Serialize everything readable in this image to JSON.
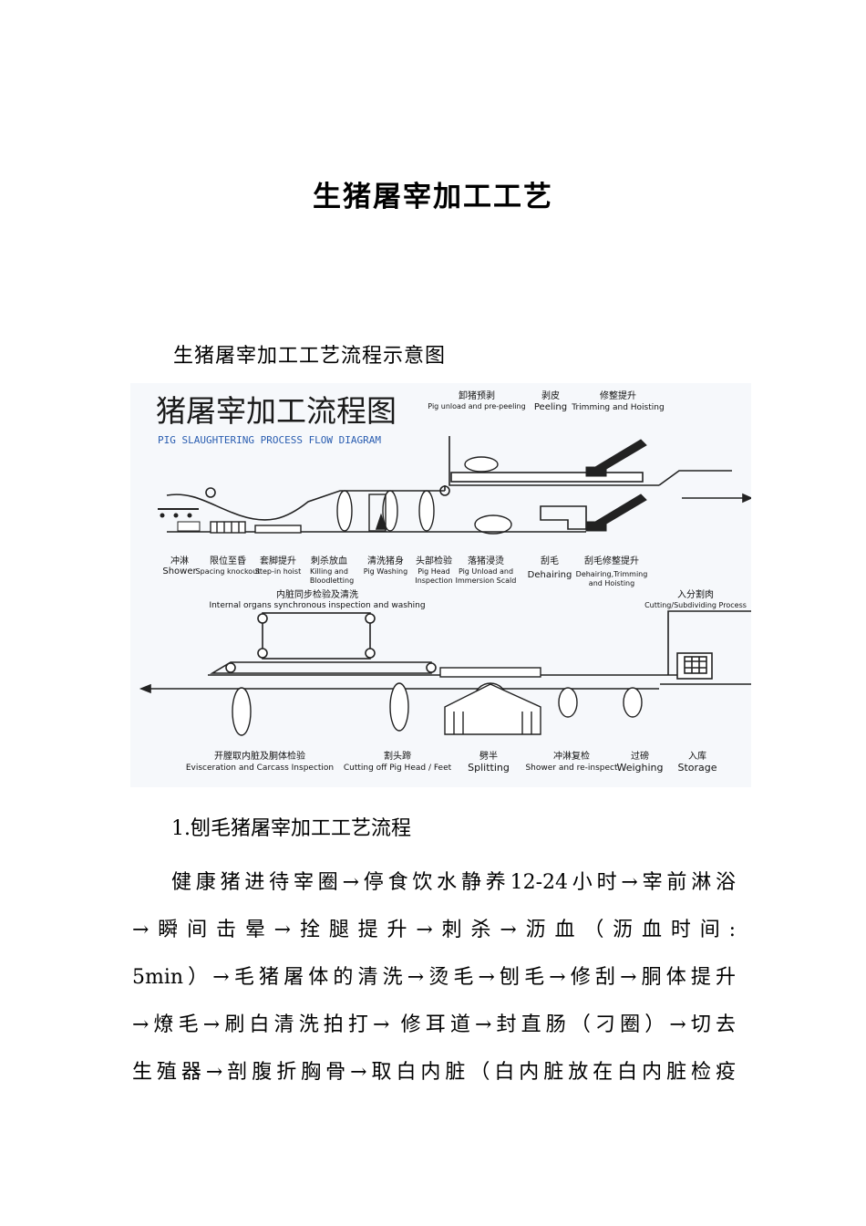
{
  "document": {
    "title": "生猪屠宰加工工艺",
    "figure_caption": "生猪屠宰加工工艺流程示意图",
    "section_heading": "1.刨毛猪屠宰加工工艺流程",
    "paragraph_lines": [
      "健康猪进待宰圈→停食饮水静养12-24小时→宰前淋浴",
      "→瞬间击晕→拴腿提升→刺杀→沥血（沥血时间:",
      "5min）→毛猪屠体的清洗→烫毛→刨毛→修刮→胴体提升",
      "→燎毛→刷白清洗拍打→ 修耳道→封直肠（刁圈）→切去",
      "生殖器→剖腹折胸骨→取白内脏（白内脏放在白内脏检疫"
    ]
  },
  "diagram": {
    "title_zh": "猪屠宰加工流程图",
    "title_en": "PIG SLAUGHTERING PROCESS FLOW DIAGRAM",
    "top_stages": [
      {
        "zh": "卸猪预剥",
        "en": "Pig unload and pre-peeling"
      },
      {
        "zh": "剥皮",
        "en": "Peeling"
      },
      {
        "zh": "修整提升",
        "en": "Trimming and Hoisting"
      }
    ],
    "middle_stages": [
      {
        "zh": "冲淋",
        "en": "Shower"
      },
      {
        "zh": "限位至昏",
        "en": "Spacing knockout"
      },
      {
        "zh": "套脚提升",
        "en": "Step-in hoist"
      },
      {
        "zh": "刺杀放血",
        "en": "Killing and",
        "en2": "Bloodletting"
      },
      {
        "zh": "清洗猪身",
        "en": "Pig Washing"
      },
      {
        "zh": "头部检验",
        "en": "Pig Head",
        "en2": "Inspection"
      },
      {
        "zh": "落猪浸烫",
        "en": "Pig Unload and",
        "en2": "Immersion Scald"
      },
      {
        "zh": "刮毛",
        "en": "Dehairing"
      },
      {
        "zh": "刮毛修整提升",
        "en": "Dehairing,Trimming",
        "en2": "and Hoisting"
      }
    ],
    "internal_label": {
      "zh": "内脏同步检验及清洗",
      "en": "Internal organs synchronous inspection and washing"
    },
    "cutting_label": {
      "zh": "入分割肉",
      "en": "Cutting/Subdividing Process"
    },
    "bottom_stages": [
      {
        "zh": "开膛取内脏及胴体检验",
        "en": "Evisceration and Carcass Inspection"
      },
      {
        "zh": "割头蹄",
        "en": "Cutting off Pig Head / Feet"
      },
      {
        "zh": "劈半",
        "en": "Splitting"
      },
      {
        "zh": "冲淋复检",
        "en": "Shower and re-inspect"
      },
      {
        "zh": "过磅",
        "en": "Weighing"
      },
      {
        "zh": "入库",
        "en": "Storage"
      }
    ]
  }
}
